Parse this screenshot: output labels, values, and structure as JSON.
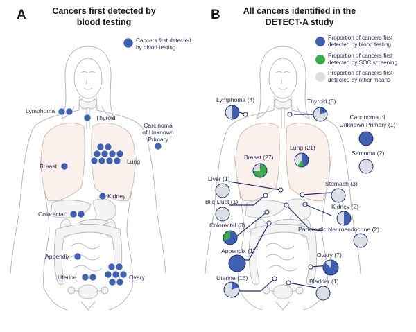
{
  "panel_a": {
    "letter": "A",
    "title_line1": "Cancers first detected by",
    "title_line2": "blood testing",
    "legend_line1": "Cancers first detected",
    "legend_line2": "by blood testing",
    "labels": {
      "lymphoma": "Lymphoma",
      "thyroid": "Thyroid",
      "cup_line1": "Carcinoma",
      "cup_line2": "of Unknown",
      "cup_line3": "Primary",
      "breast": "Breast",
      "lung": "Lung",
      "kidney": "Kidney",
      "colorectal": "Colorectal",
      "appendix": "Appendix",
      "uterine": "Uterine",
      "ovary": "Ovary"
    }
  },
  "panel_b": {
    "letter": "B",
    "title_line1": "All cancers identified in the",
    "title_line2": "DETECT-A study",
    "legend": {
      "blood_line1": "Proportion of cancers first",
      "blood_line2": "detected by blood testing",
      "soc_line1": "Proportion of cancers first",
      "soc_line2": "detected by SOC screening",
      "other_line1": "Proportion of cancers first",
      "other_line2": "detected by other means"
    },
    "labels": {
      "lymphoma": "Lymphoma (4)",
      "thyroid": "Thyroid (5)",
      "cup_line1": "Carcinoma of",
      "cup_line2": "Unknown Primary (1)",
      "sarcoma": "Sarcoma (2)",
      "breast": "Breast (27)",
      "lung": "Lung (21)",
      "liver": "Liver (1)",
      "stomach": "Stomach (3)",
      "bile_duct": "Bile Duct (1)",
      "kidney": "Kidney (2)",
      "colorectal": "Colorectal (3)",
      "pancreatic": "Pancreatic Neuroendocrine (2)",
      "appendix": "Appendix (1)",
      "ovary": "Ovary (7)",
      "uterine": "Uterine (15)",
      "bladder": "Bladder (1)"
    }
  },
  "colors": {
    "blood": "#3f5fb0",
    "soc": "#3aaa4a",
    "other": "#dcdee4",
    "connector": "#1e2c6e"
  },
  "proportions": {
    "lymphoma": {
      "blood": 0.5,
      "soc": 0,
      "other": 0.5
    },
    "thyroid": {
      "blood": 0.2,
      "soc": 0,
      "other": 0.8
    },
    "cup": {
      "blood": 1.0,
      "soc": 0,
      "other": 0
    },
    "sarcoma": {
      "blood": 0,
      "soc": 0,
      "other": 1.0
    },
    "breast": {
      "blood": 0.04,
      "soc": 0.7,
      "other": 0.26
    },
    "lung": {
      "blood": 0.45,
      "soc": 0.15,
      "other": 0.4
    },
    "liver": {
      "blood": 0,
      "soc": 0,
      "other": 1.0
    },
    "stomach": {
      "blood": 0,
      "soc": 0,
      "other": 1.0
    },
    "bile_duct": {
      "blood": 0,
      "soc": 0,
      "other": 1.0
    },
    "kidney": {
      "blood": 0.5,
      "soc": 0,
      "other": 0.5
    },
    "colorectal": {
      "blood": 0.67,
      "soc": 0.33,
      "other": 0
    },
    "pancreatic": {
      "blood": 0,
      "soc": 0,
      "other": 1.0
    },
    "appendix": {
      "blood": 1.0,
      "soc": 0,
      "other": 0
    },
    "ovary": {
      "blood": 0.86,
      "soc": 0,
      "other": 0.14
    },
    "uterine": {
      "blood": 0.2,
      "soc": 0,
      "other": 0.8
    },
    "bladder": {
      "blood": 0,
      "soc": 0,
      "other": 1.0
    }
  }
}
